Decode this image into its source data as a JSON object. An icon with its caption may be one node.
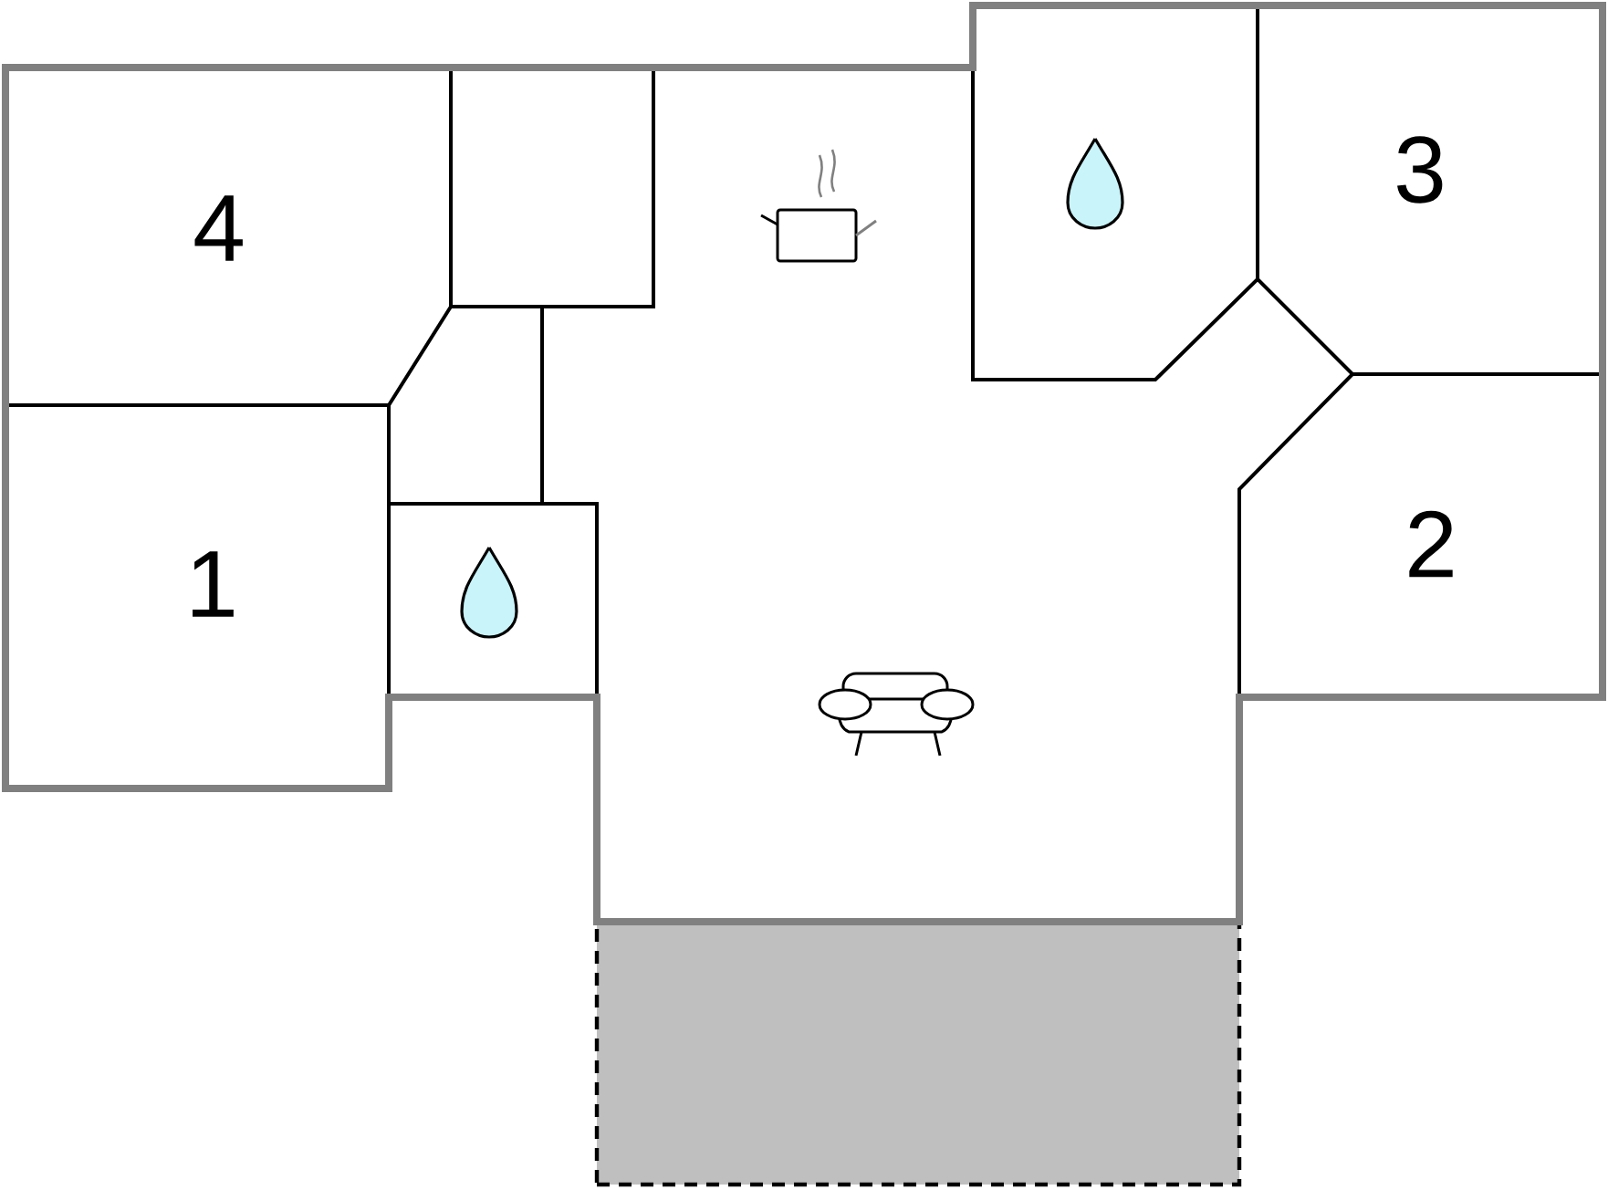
{
  "diagram": {
    "nodes": [
      {
        "text": [
          "4"
        ]
      },
      {
        "text": [],
        "shape": "box"
      },
      {
        "text": [
          "3"
        ]
      },
      {
        "text": [
          "1"
        ]
      },
      {
        "text": [
          "2"
        ]
      },
      {
        "text": [],
        "shape": "box"
      }
    ]
  }
}
